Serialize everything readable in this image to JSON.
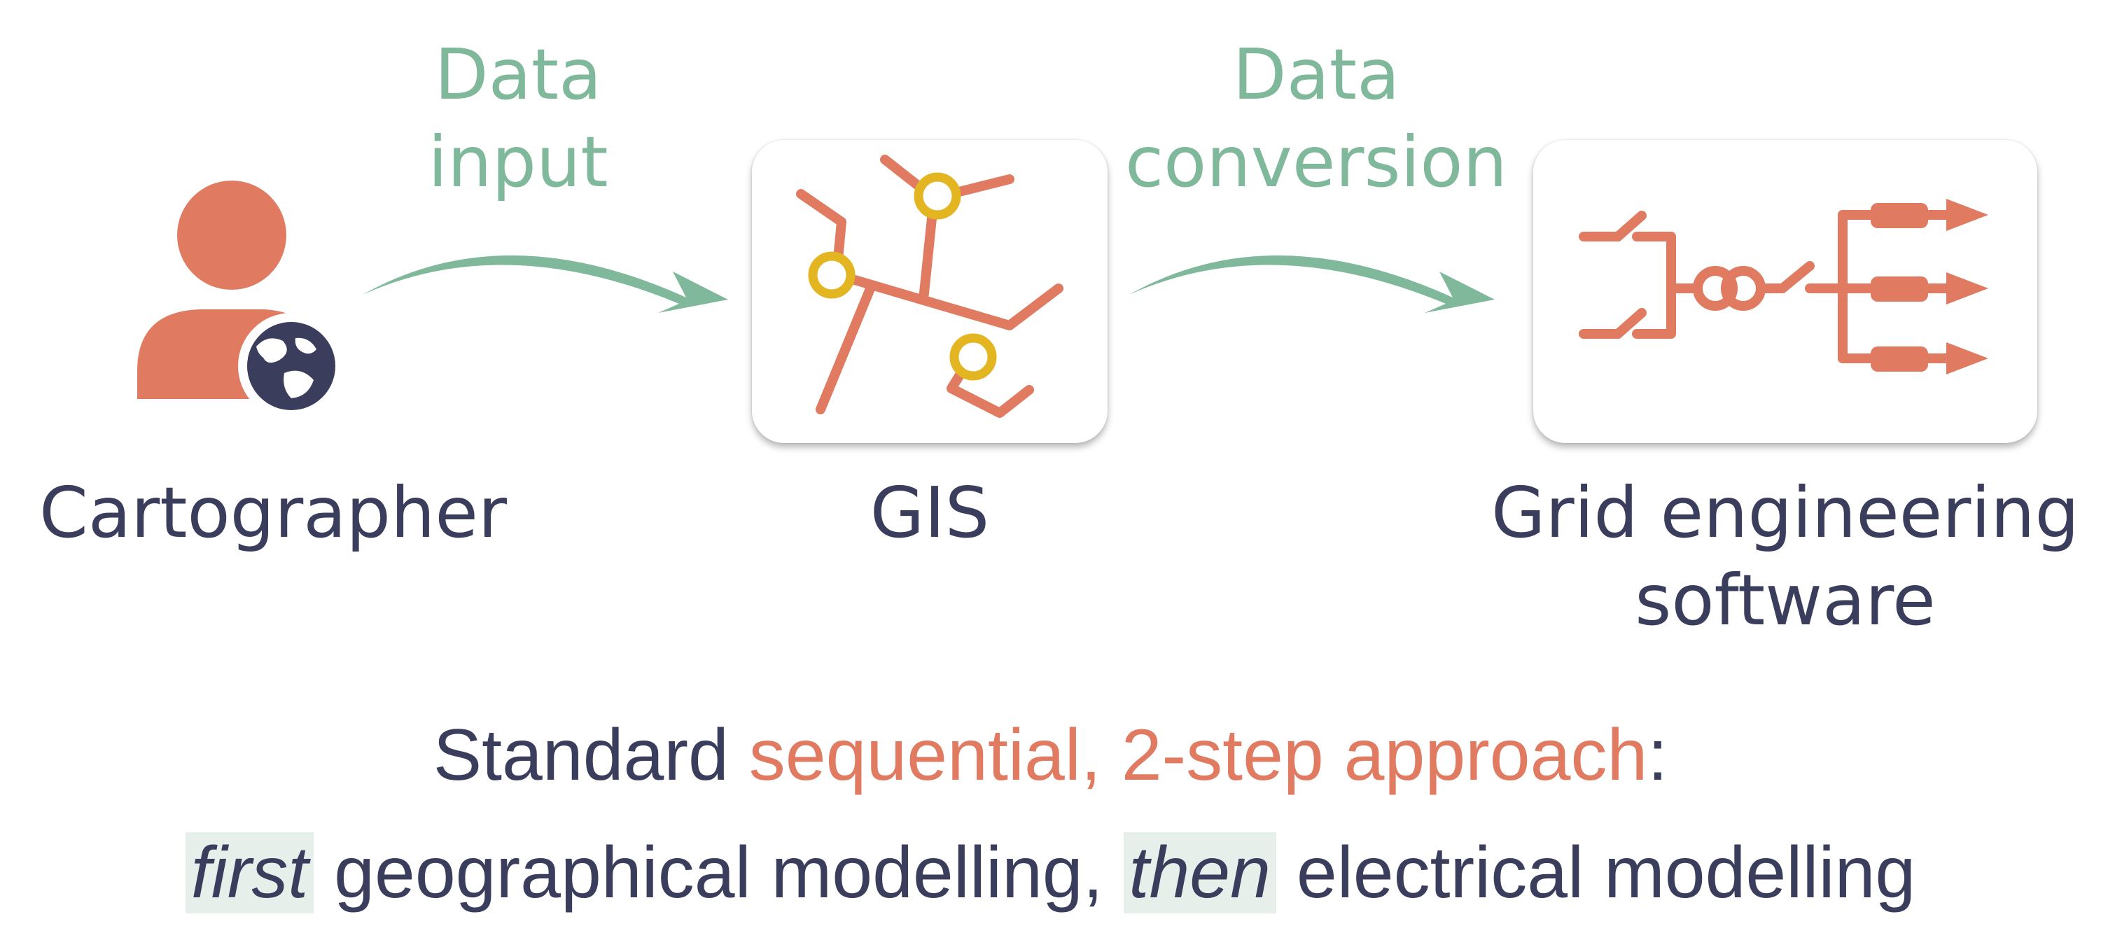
{
  "labels": {
    "data_input_line1": "Data",
    "data_input_line2": "input",
    "data_conversion_line1": "Data",
    "data_conversion_line2": "conversion",
    "cartographer": "Cartographer",
    "gis": "GIS",
    "grid_line1": "Grid engineering",
    "grid_line2": "software"
  },
  "caption": {
    "line1_prefix": "Standard ",
    "line1_accent": "sequential, 2-step approach",
    "line1_suffix": ":",
    "line2_first": "first",
    "line2_middle": " geographical modelling, ",
    "line2_then": "then",
    "line2_end": " electrical modelling"
  },
  "icons": {
    "cartographer": "person-with-globe-icon",
    "gis": "map-network-icon",
    "grid": "electrical-grid-icon",
    "arrow": "curved-arrow-icon"
  },
  "colors": {
    "accent": "#e07a60",
    "green": "#7fb89a",
    "dark": "#3b3d5c",
    "node": "#e3b521",
    "highlight": "#e6efe9"
  }
}
